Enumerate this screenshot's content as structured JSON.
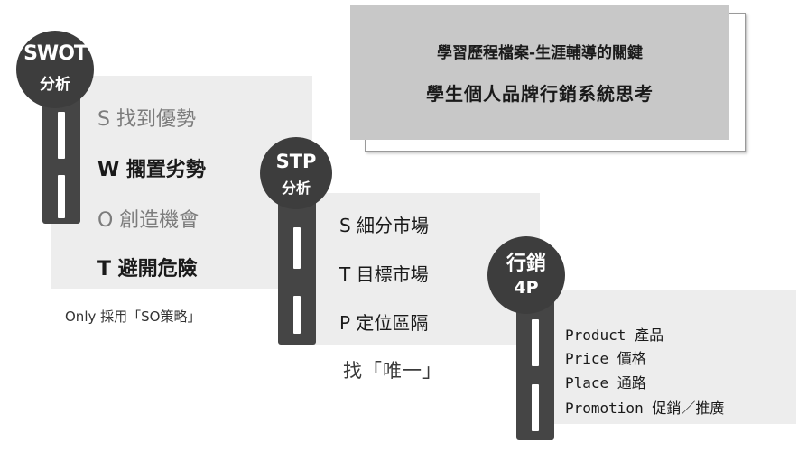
{
  "title": {
    "line1": "學習歷程檔案-生涯輔導的關鍵",
    "line2": "學生個人品牌行銷系統思考"
  },
  "swot": {
    "badge_line1": "SWOT",
    "badge_line2": "分析",
    "items": [
      "S  找到優勢",
      "W 擱置劣勢",
      "O 創造機會",
      "T  避開危險"
    ],
    "note": "Only 採用「SO策略」"
  },
  "stp": {
    "badge_line1": "STP",
    "badge_line2": "分析",
    "items": [
      "S 細分市場",
      "T 目標市場",
      "P 定位區隔"
    ],
    "note": "找「唯一」"
  },
  "marketing4p": {
    "badge_line1": "行銷",
    "badge_line2": "4P",
    "items": [
      "Product 產品",
      "Price 價格",
      "Place 通路",
      "Promotion 促銷／推廣"
    ]
  },
  "colors": {
    "badge": "#3d3d3d",
    "pole": "#454545",
    "panel": "#ededed",
    "title_card": "#c8c8c8"
  }
}
